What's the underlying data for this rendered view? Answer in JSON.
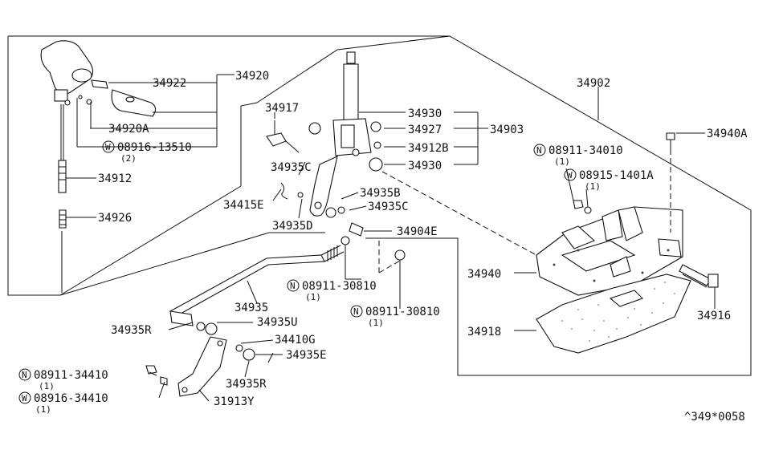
{
  "diagram": {
    "footer_code": "^349*0058",
    "parts": {
      "p34920": "34920",
      "p34922": "34922",
      "p34920A": "34920A",
      "w_08916_13510": "08916-13510",
      "w_08916_13510_qty": "(2)",
      "p34912": "34912",
      "p34926": "34926",
      "p34917": "34917",
      "p34930_top": "34930",
      "p34927": "34927",
      "p34912B": "34912B",
      "p34930_bottom": "34930",
      "p34903": "34903",
      "p34935C_top": "34935C",
      "p34415E": "34415E",
      "p34935D": "34935D",
      "p34935B": "34935B",
      "p34935C_mid": "34935C",
      "p34904E": "34904E",
      "n_08911_30810_a": "08911-30810",
      "n_08911_30810_a_qty": "(1)",
      "n_08911_30810_b": "08911-30810",
      "n_08911_30810_b_qty": "(1)",
      "p34935": "34935",
      "p34935U": "34935U",
      "p34935R_left": "34935R",
      "p34410G": "34410G",
      "p34935E": "34935E",
      "p34935R_bottom": "34935R",
      "n_08911_34410": "08911-34410",
      "n_08911_34410_qty": "(1)",
      "w_08916_34410": "08916-34410",
      "w_08916_34410_qty": "(1)",
      "p31913Y": "31913Y",
      "p34902": "34902",
      "p34940A": "34940A",
      "n_08911_34010": "08911-34010",
      "n_08911_34010_qty": "(1)",
      "w_08915_1401A": "08915-1401A",
      "w_08915_1401A_qty": "(1)",
      "p34940": "34940",
      "p34916": "34916",
      "p34918": "34918"
    },
    "symbols": {
      "nut": "N",
      "washer": "W"
    }
  }
}
